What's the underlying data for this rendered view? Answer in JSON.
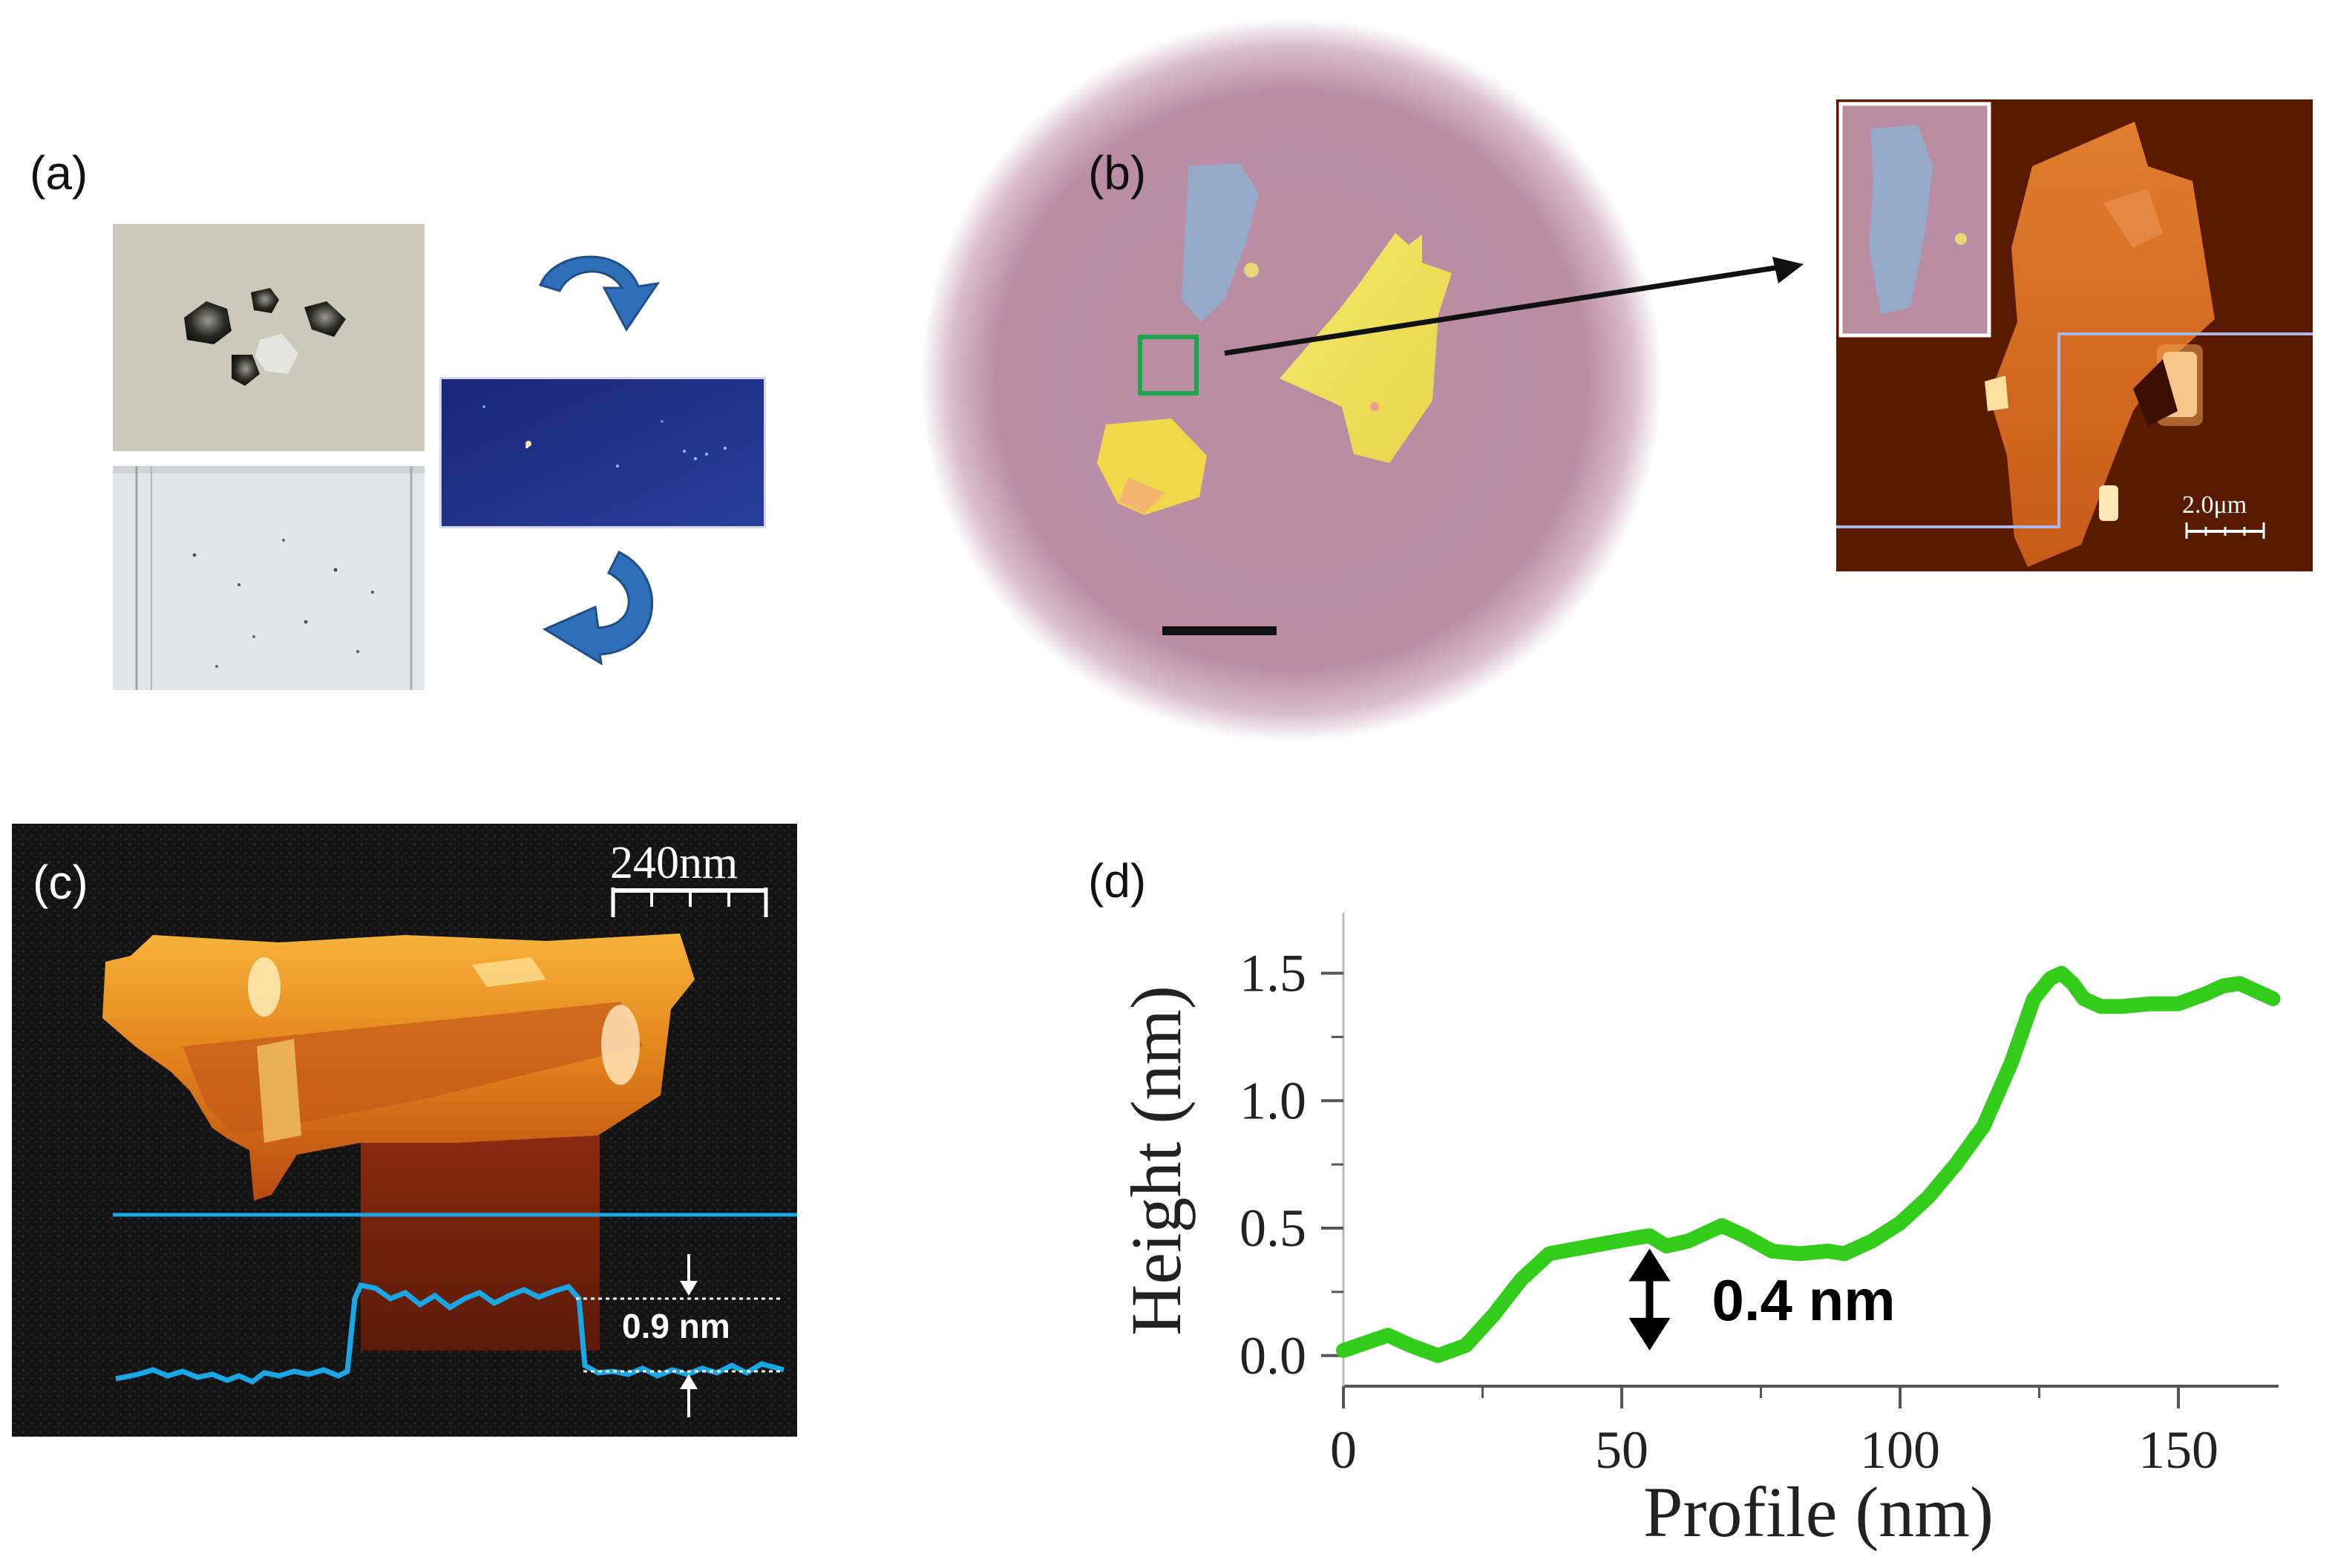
{
  "panels": {
    "a": {
      "label": "(a)"
    },
    "b": {
      "label": "(b)",
      "scale_label": "2.0μm"
    },
    "c": {
      "label": "(c)",
      "scale_label": "240nm",
      "step_label": "0.9 nm"
    },
    "d": {
      "label": "(d)"
    }
  },
  "colors": {
    "arrow_blue": "#2f6fb8",
    "green_box": "#1aa64a",
    "profile_cyan": "#1aa7e6",
    "curve_green": "#33cc1a",
    "afm_dark": "#5a1a00",
    "afm_orange": "#d2691e"
  },
  "icons": [
    "curved-arrow-icon",
    "double-arrow-icon"
  ],
  "chart_data": {
    "type": "line",
    "title": "",
    "xlabel": "Profile (nm)",
    "ylabel": "Height (nm)",
    "xlim": [
      0,
      168
    ],
    "ylim": [
      -0.12,
      1.65
    ],
    "xticks": [
      0,
      50,
      100,
      150
    ],
    "yticks": [
      0.0,
      0.5,
      1.0,
      1.5
    ],
    "xtick_labels": [
      "0",
      "50",
      "100",
      "150"
    ],
    "ytick_labels": [
      "0.0",
      "0.5",
      "1.0",
      "1.5"
    ],
    "grid": false,
    "annotation": {
      "text": "0.4 nm",
      "x": 55,
      "y_from": 0.02,
      "y_to": 0.42
    },
    "series": [
      {
        "x": [
          0,
          4,
          8,
          12,
          17,
          22,
          27,
          32,
          37,
          42,
          47,
          52,
          55,
          58,
          62,
          65,
          68,
          72,
          77,
          82,
          87,
          90,
          95,
          100,
          105,
          110,
          115,
          120,
          124,
          127,
          129,
          131,
          133,
          136,
          140,
          145,
          150,
          155,
          158,
          161,
          164,
          167
        ],
        "y": [
          0.02,
          0.05,
          0.08,
          0.04,
          0.0,
          0.04,
          0.16,
          0.3,
          0.4,
          0.42,
          0.44,
          0.46,
          0.47,
          0.43,
          0.45,
          0.48,
          0.51,
          0.47,
          0.41,
          0.4,
          0.41,
          0.4,
          0.45,
          0.52,
          0.62,
          0.75,
          0.9,
          1.15,
          1.4,
          1.48,
          1.5,
          1.46,
          1.4,
          1.37,
          1.37,
          1.38,
          1.38,
          1.42,
          1.45,
          1.46,
          1.43,
          1.4
        ]
      }
    ]
  }
}
